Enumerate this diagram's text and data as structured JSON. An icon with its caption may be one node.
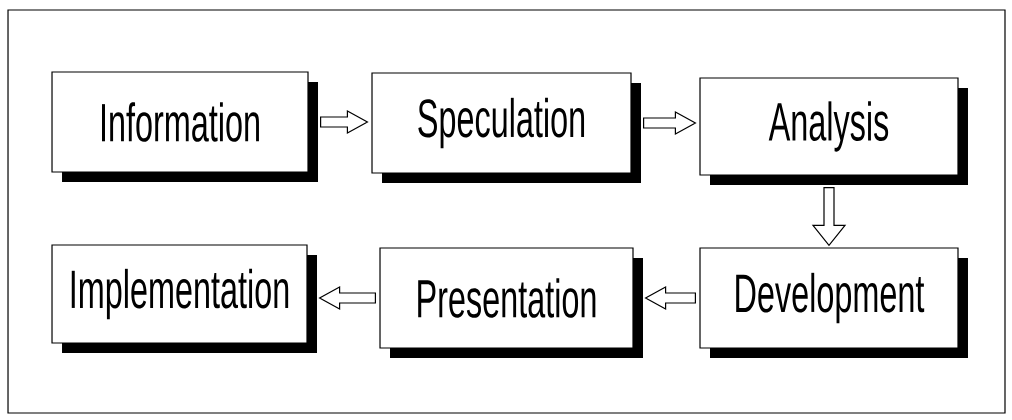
{
  "diagram": {
    "nodes": [
      {
        "text": [
          "Information"
        ]
      },
      {
        "text": [
          "Speculation"
        ]
      },
      {
        "text": [
          "Analysis"
        ]
      },
      {
        "text": [
          "Development"
        ]
      },
      {
        "text": [
          "Presentation"
        ]
      },
      {
        "text": [
          "Implementation"
        ]
      }
    ],
    "edges": [
      {
        "from": 0,
        "to": 1,
        "arrow": "to"
      },
      {
        "from": 1,
        "to": 2,
        "arrow": "to"
      },
      {
        "from": 2,
        "to": 3,
        "arrow": "to"
      },
      {
        "from": 3,
        "to": 4,
        "arrow": "to"
      },
      {
        "from": 4,
        "to": 5,
        "arrow": "to"
      }
    ]
  }
}
